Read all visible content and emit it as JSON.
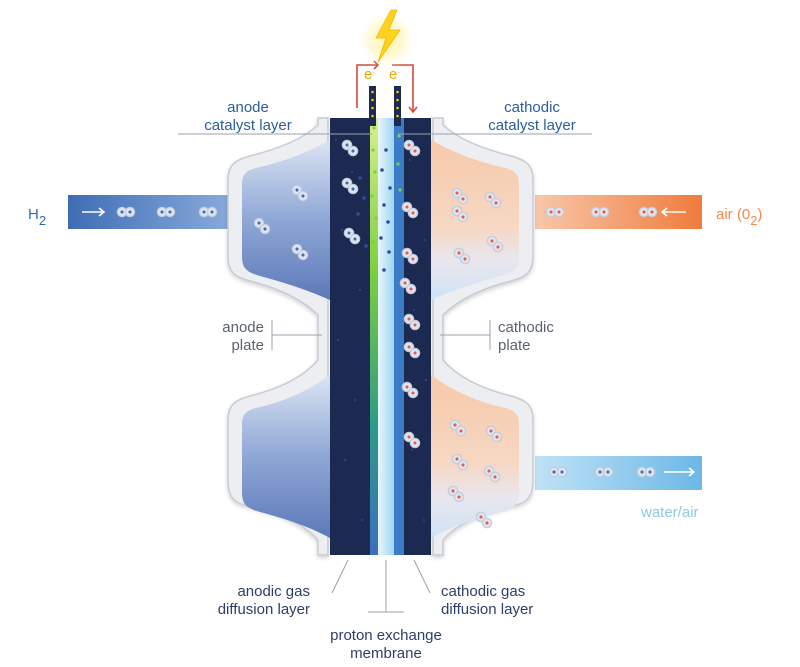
{
  "labels": {
    "anode_catalyst_1": "anode",
    "anode_catalyst_2": "catalyst layer",
    "cathodic_catalyst_1": "cathodic",
    "cathodic_catalyst_2": "catalyst layer",
    "h2_main": "H",
    "h2_sub": "2",
    "air_main": "air (0",
    "air_sub": "2",
    "air_close": ")",
    "anode_plate_1": "anode",
    "anode_plate_2": "plate",
    "cathodic_plate_1": "cathodic",
    "cathodic_plate_2": "plate",
    "water_air": "water/air",
    "anodic_gdl_1": "anodic gas",
    "anodic_gdl_2": "diffusion layer",
    "cathodic_gdl_1": "cathodic gas",
    "cathodic_gdl_2": "diffusion layer",
    "pem_1": "proton exchange",
    "pem_2": "membrane",
    "electron_left": "e-",
    "electron_right": "e-"
  },
  "colors": {
    "anode_blue": "#2a6db5",
    "label_blue": "#2b5d9e",
    "cathode_orange": "#f28a4b",
    "water_blue": "#8ec9ea",
    "circuit_red": "#d14a3c",
    "lightning_yellow": "#ffd21f",
    "gdl_navy": "#1c2a52",
    "electron_yellow": "#f2c200"
  },
  "icons": {
    "power": "lightning-bolt-icon"
  }
}
